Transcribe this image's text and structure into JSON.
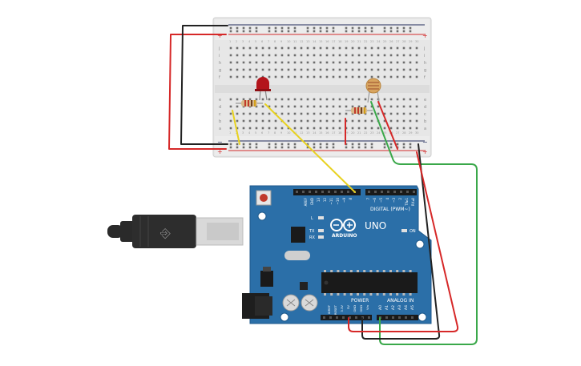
{
  "colors": {
    "board": "#2b6fa8",
    "board_dark": "#1f5a8c",
    "breadboard": "#e6e6e6",
    "rail_red": "#d22b2b",
    "rail_blue": "#1f2a5a",
    "wire_red": "#d62828",
    "wire_black": "#222222",
    "wire_green": "#3aa84a",
    "wire_yellow": "#e8d21f",
    "led": "#b3141b"
  },
  "breadboard": {
    "rail_plus": "+",
    "rail_minus": "−",
    "row_letters_top": [
      "j",
      "i",
      "h",
      "g",
      "f"
    ],
    "row_letters_bottom": [
      "e",
      "d",
      "c",
      "b",
      "a"
    ],
    "column_numbers": [
      "1",
      "2",
      "3",
      "4",
      "5",
      "6",
      "7",
      "8",
      "9",
      "10",
      "11",
      "12",
      "13",
      "14",
      "15",
      "16",
      "17",
      "18",
      "19",
      "20",
      "21",
      "22",
      "23",
      "24",
      "25",
      "26",
      "27",
      "28",
      "29",
      "30"
    ]
  },
  "arduino": {
    "brand": "ARDUINO",
    "model": "UNO",
    "digital_label": "DIGITAL (PWM~)",
    "top_pin_labels": [
      "AREF",
      "GND",
      "13",
      "12",
      "~11",
      "~10",
      "~9",
      "8",
      "7",
      "~6",
      "~5",
      "4",
      "~3",
      "2",
      "TX▸1",
      "RX◂0"
    ],
    "led_l": "L",
    "led_tx": "TX",
    "led_rx": "RX",
    "on_label": "ON",
    "power_label": "POWER",
    "analog_label": "ANALOG IN",
    "power_pins": [
      "IOREF",
      "RESET",
      "3.3V",
      "5V",
      "GND",
      "GND",
      "Vin"
    ],
    "analog_pins": [
      "A0",
      "A1",
      "A2",
      "A3",
      "A4",
      "A5"
    ]
  }
}
